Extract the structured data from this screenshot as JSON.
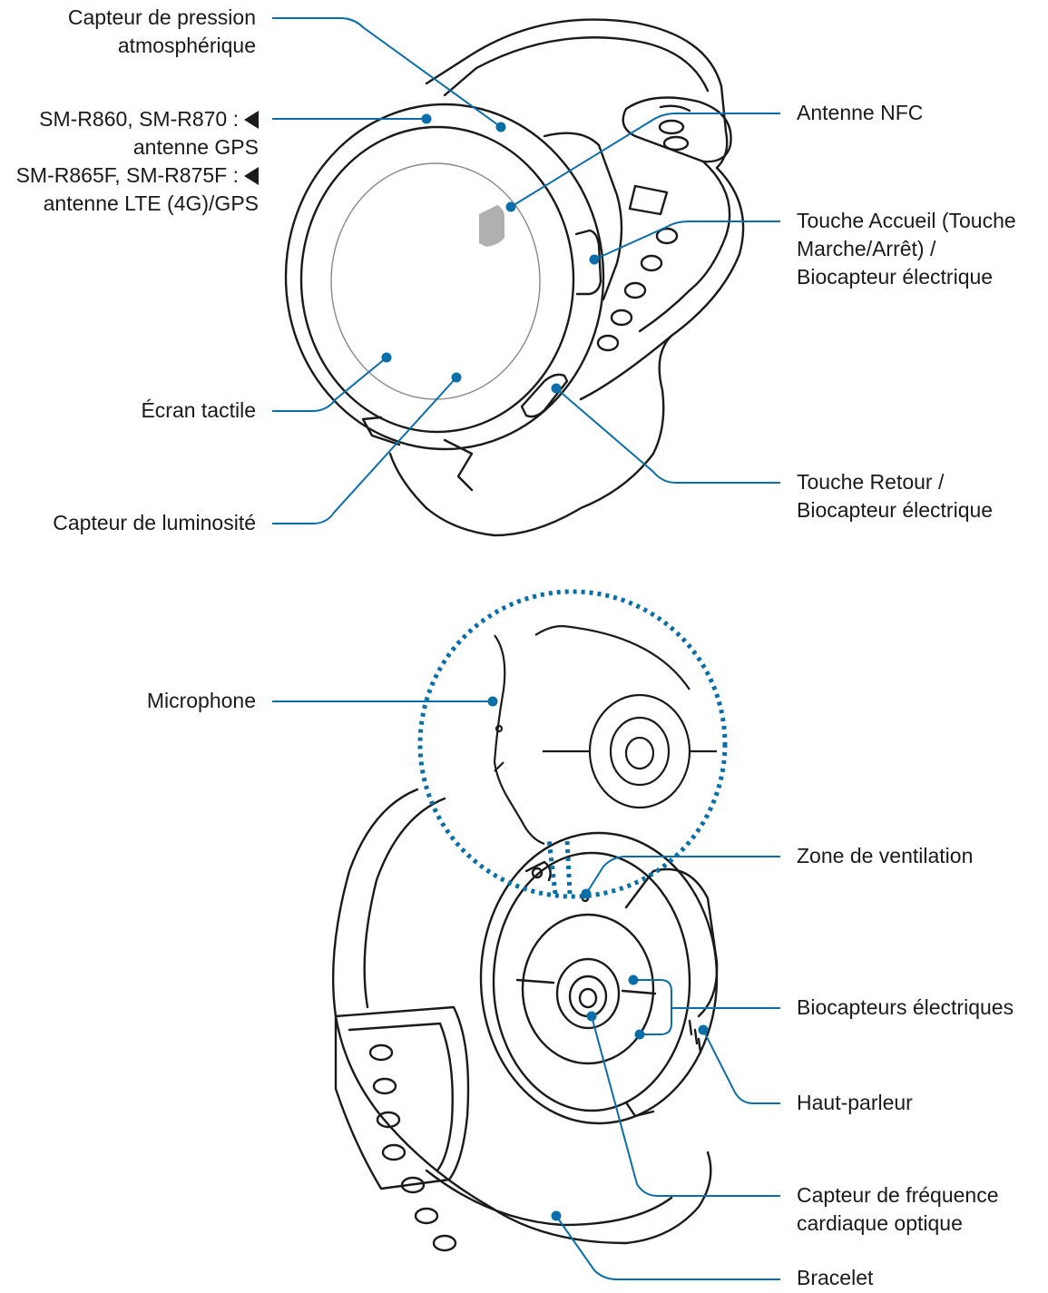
{
  "labels": {
    "pressure_sensor": [
      "Capteur de pression",
      "atmosphérique"
    ],
    "antenna_gps_models": "SM-R860, SM-R870 :",
    "antenna_gps_text": "antenne GPS",
    "antenna_lte_models": "SM-R865F, SM-R875F :",
    "antenna_lte_text": "antenne LTE (4G)/GPS",
    "touchscreen": "Écran tactile",
    "light_sensor": "Capteur de luminosité",
    "nfc_antenna": "Antenne NFC",
    "home_key": [
      "Touche Accueil (Touche",
      "Marche/Arrêt) /",
      "Biocapteur électrique"
    ],
    "back_key": [
      "Touche Retour /",
      "Biocapteur électrique"
    ],
    "microphone": "Microphone",
    "vent": "Zone de ventilation",
    "bio_sensors": "Biocapteurs électriques",
    "speaker": "Haut-parleur",
    "hr_sensor": [
      "Capteur de fréquence",
      "cardiaque optique"
    ],
    "strap": "Bracelet"
  },
  "colors": {
    "callout": "#0a6ea8",
    "outline": "#1a1a1a",
    "nfc_chip": "#b0b0b0"
  }
}
